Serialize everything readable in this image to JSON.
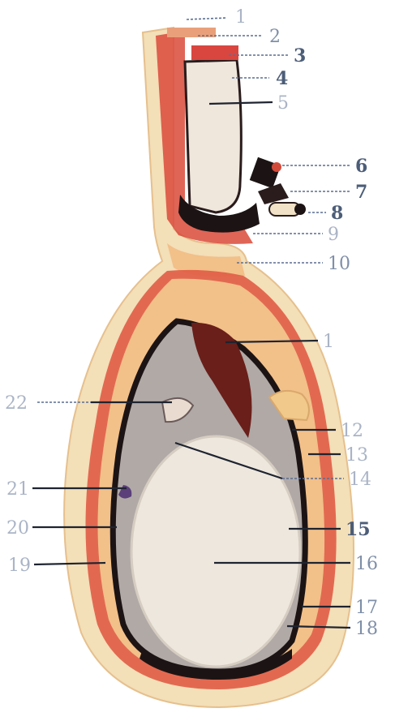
{
  "figure": {
    "background": "#ffffff",
    "colors": {
      "skin": "#f3dfb8",
      "muscle": "#d94a3a",
      "fascia": "#f2c089",
      "cavity": "#b0a9a6",
      "dark_tissue": "#1c1414",
      "testis": "#eee7dd",
      "label": "#7f8fa8"
    },
    "labels": {
      "l1": "1",
      "l2": "2",
      "l3": "3",
      "l4": "4",
      "l5": "5",
      "l6": "6",
      "l7": "7",
      "l8": "8",
      "l9": "9",
      "l10": "10",
      "l11": "1",
      "l12": "12",
      "l13": "13",
      "l14": "14",
      "l15": "15",
      "l16": "16",
      "l17": "17",
      "l18": "18",
      "l19": "19",
      "l20": "20",
      "l21": "21",
      "l22": "22"
    }
  }
}
